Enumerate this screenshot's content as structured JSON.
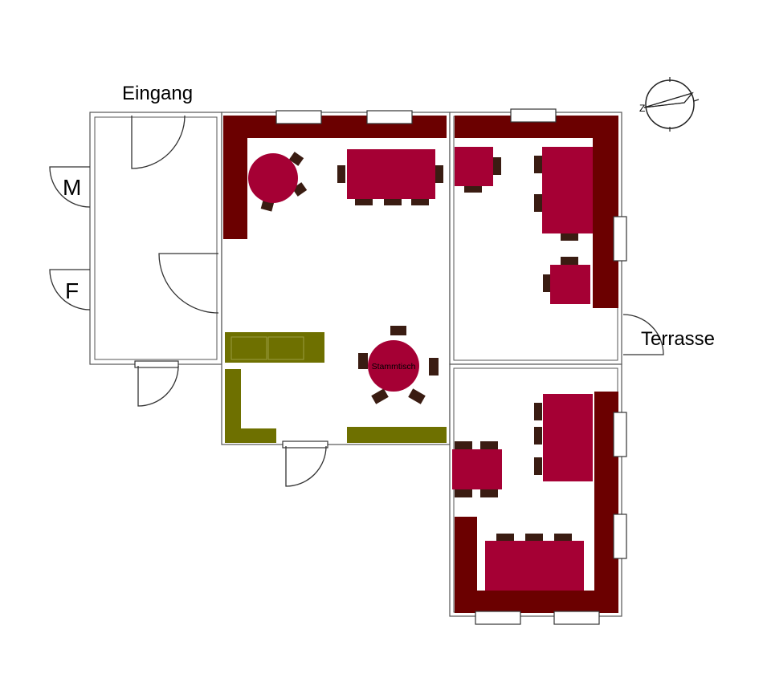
{
  "labels": {
    "entrance": "Eingang",
    "men": "M",
    "women": "F",
    "terrace": "Terrasse",
    "regulars_table": "Stammtisch"
  },
  "colors": {
    "bench": "#6b0000",
    "table": "#a50034",
    "chair": "#3a1c12",
    "counter": "#6e7000",
    "wall": "#555555"
  },
  "icons": {
    "compass": "north-arrow-icon"
  }
}
